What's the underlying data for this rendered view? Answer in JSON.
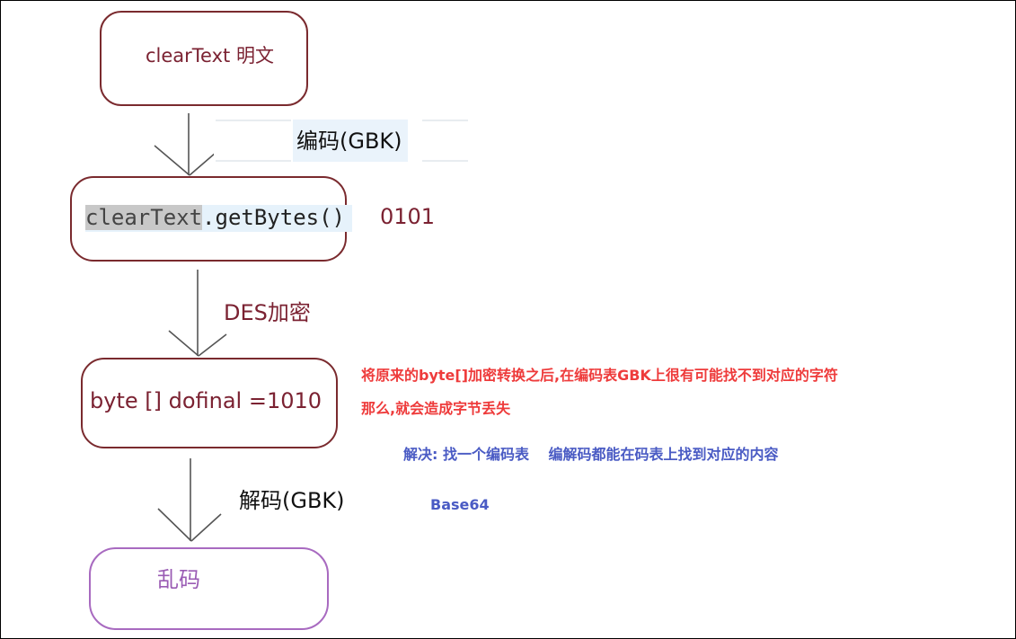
{
  "nodes": {
    "cleartext": "clearText 明文",
    "getbytes_var": "clearText",
    "getbytes_method": ".getBytes()",
    "byte_array": "byte [] dofinal =1010",
    "garbled": "乱码"
  },
  "labels": {
    "binary": "0101",
    "encode": "编码(GBK)",
    "encrypt": "DES加密",
    "decode": "解码(GBK)"
  },
  "notes": {
    "problem_line1": "将原来的byte[]加密转换之后,在编码表GBK上很有可能找不到对应的字符",
    "problem_line2": "那么,就会造成字节丢失",
    "solution": "解决: 找一个编码表　 编解码都能在码表上找到对应的内容",
    "solution_name": "Base64"
  },
  "colors": {
    "box_border": "#7a2a2e",
    "last_box_border": "#a86ac0",
    "red_note": "#ee3b3b",
    "blue_note": "#4a5bc4"
  }
}
